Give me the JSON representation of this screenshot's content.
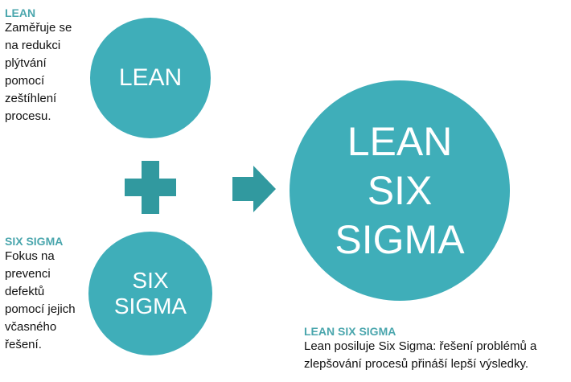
{
  "lean": {
    "circle_label": "LEAN",
    "heading": "LEAN",
    "lines": [
      "Zaměřuje se",
      "na redukci",
      "plýtvání",
      "pomocí",
      "zeštíhlení",
      "procesu."
    ]
  },
  "six_sigma": {
    "circle_label_1": "SIX",
    "circle_label_2": "SIGMA",
    "heading": "SIX SIGMA",
    "lines": [
      "Fokus na",
      "prevenci",
      "defektů",
      "pomocí jejich",
      "včasného",
      "řešení."
    ]
  },
  "result": {
    "circle_label_1": "LEAN",
    "circle_label_2": "SIX",
    "circle_label_3": "SIGMA",
    "heading": "LEAN SIX SIGMA",
    "lines": [
      "Lean posiluje Six Sigma: řešení problémů a",
      "zlepšování procesů přináší lepší výsledky."
    ]
  },
  "colors": {
    "circle": "#3FAEB9",
    "symbol": "#31999F",
    "heading": "#4AA6AD"
  }
}
